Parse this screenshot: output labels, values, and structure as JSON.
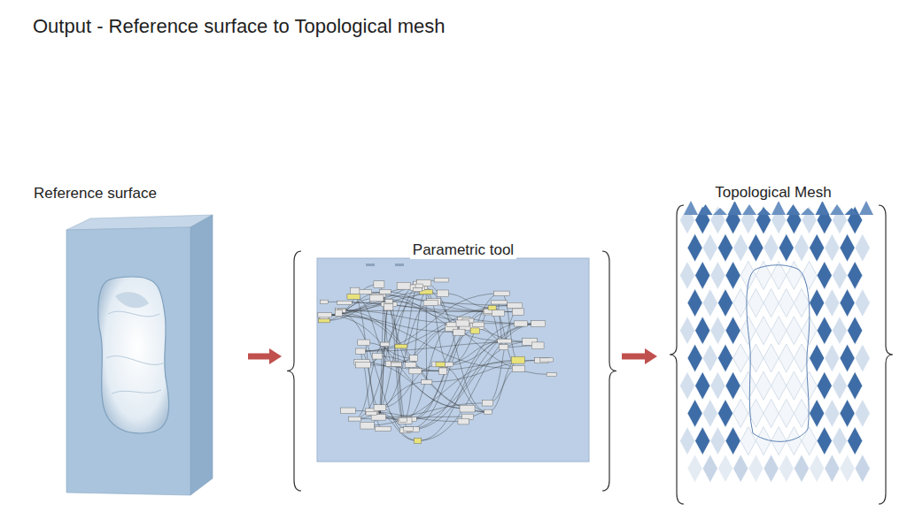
{
  "diagram": {
    "title": "Output - Reference surface to Topological mesh",
    "nodes": [
      {
        "text": [
          "Reference surface"
        ]
      },
      {
        "text": [
          "Parametric tool"
        ]
      },
      {
        "text": [
          "Topological Mesh"
        ]
      }
    ],
    "edges": [
      {
        "from": 0,
        "to": 1,
        "arrow": "to"
      },
      {
        "from": 1,
        "to": 2,
        "arrow": "to"
      }
    ]
  }
}
